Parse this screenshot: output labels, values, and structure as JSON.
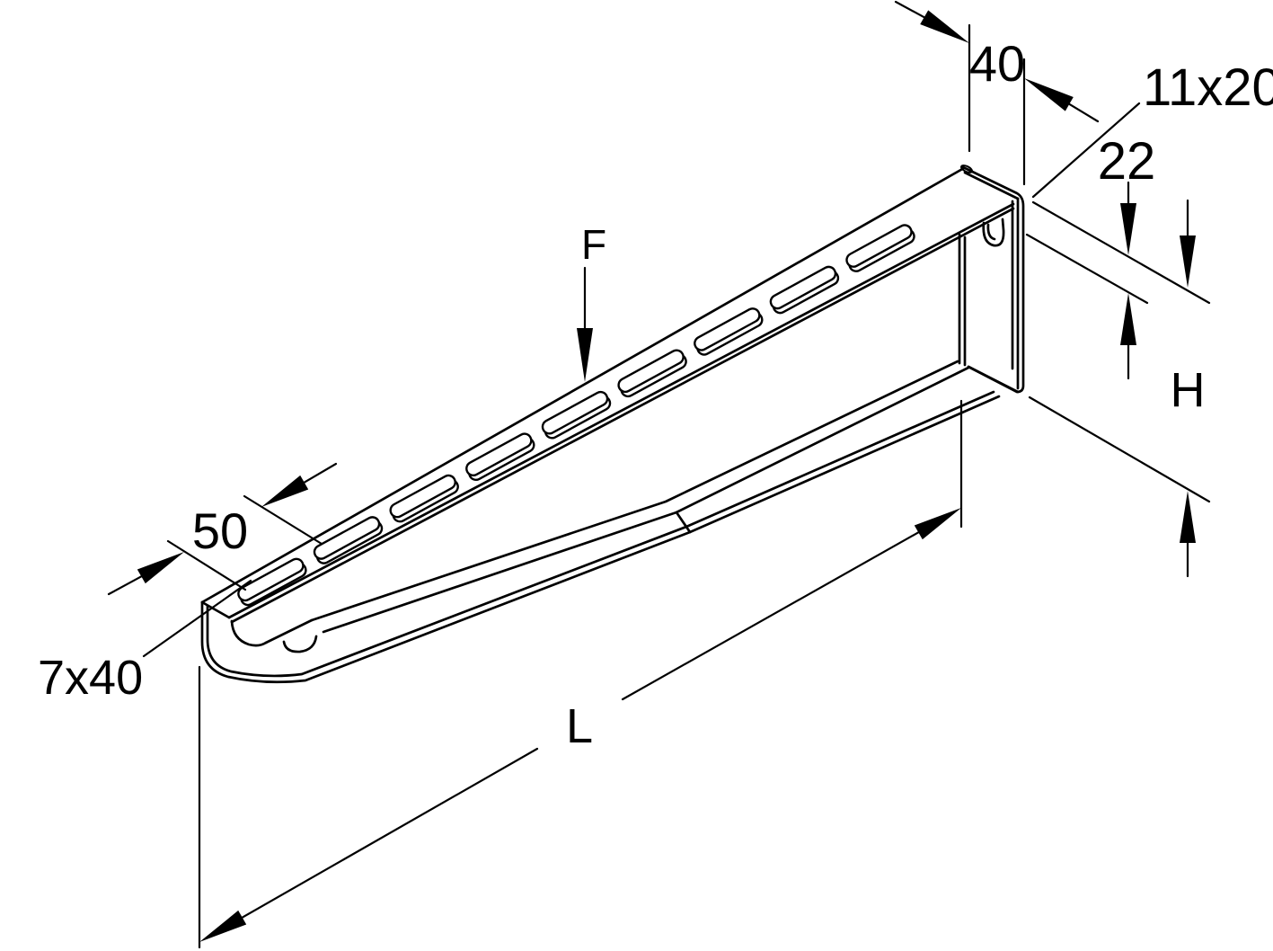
{
  "drawing": {
    "kind": "isometric-dimension-drawing",
    "colors": {
      "line": "#000000",
      "background": "#ffffff"
    },
    "labels": {
      "plate_width": "40",
      "wall_slot": "11x20",
      "top_offset": "22",
      "height": "H",
      "force": "F",
      "slot_pitch": "50",
      "arm_slot": "7x40",
      "length": "L"
    }
  }
}
